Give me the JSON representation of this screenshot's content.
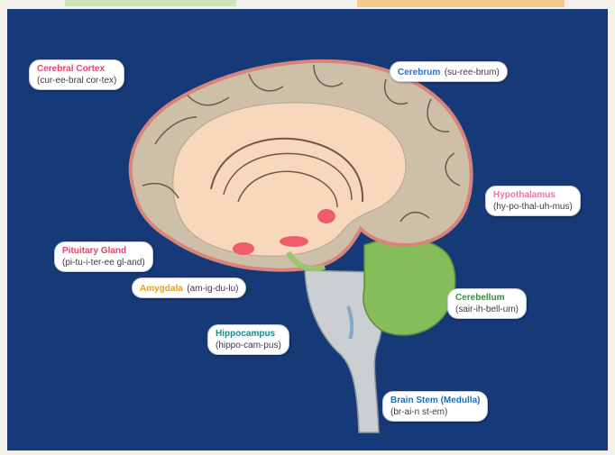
{
  "labels": {
    "cerebral_cortex": {
      "name": "Cerebral Cortex",
      "pron": "(cur-ee-bral cor-tex)",
      "color": "#d8486a"
    },
    "cerebrum": {
      "name": "Cerebrum",
      "pron": "(su-ree-brum)",
      "color": "#2f6fc4"
    },
    "hypothalamus": {
      "name": "Hypothalamus",
      "pron": "(hy-po-thal-uh-mus)",
      "color": "#e07aa0"
    },
    "pituitary_gland": {
      "name": "Pituitary Gland",
      "pron": "(pi-tu-i-ter-ee gl-and)",
      "color": "#d8486a"
    },
    "amygdala": {
      "name": "Amygdala",
      "pron": "(am-ig-du-lu)",
      "color": "#e3a21a"
    },
    "cerebellum": {
      "name": "Cerebellum",
      "pron": "(sair-ih-bell-um)",
      "color": "#3c8a4a"
    },
    "hippocampus": {
      "name": "Hippocampus",
      "pron": "(hippo-cam-pus)",
      "color": "#1f8a8a"
    },
    "brain_stem": {
      "name": "Brain Stem (Medulla)",
      "pron": "(br-ai-n st-em)",
      "color": "#1d6fb0"
    }
  },
  "colors": {
    "board": "#163a78",
    "cortex": "#cdbfa8",
    "cortex_edge": "#d9847a",
    "inner": "#f7d8bc",
    "cerebellum": "#86bd5a",
    "stem": "#cbcfd2",
    "pink": "#ef5d6a"
  }
}
